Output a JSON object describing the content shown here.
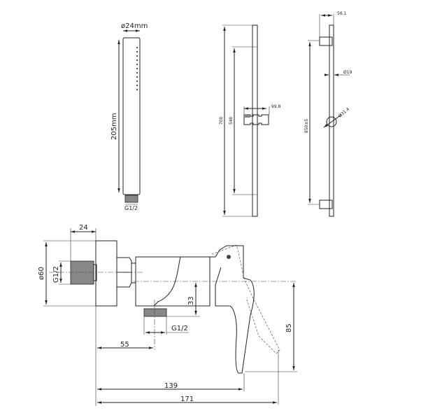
{
  "hand_shower": {
    "diameter": "ø24mm",
    "length": "205mm",
    "thread": "G1/2"
  },
  "rail_front": {
    "total_height": "700",
    "slide_range": "540",
    "holder_width": "99.8"
  },
  "rail_side": {
    "bracket_depth": "56.1",
    "rail_diameter": "Ø19",
    "holder_diameter": "Ø31.4",
    "bracket_spacing": "850±5"
  },
  "mixer": {
    "thread_length": "24",
    "plate_diameter": "ø60",
    "inlet_thread": "G1/2",
    "outlet_height": "33",
    "outlet_thread": "G1/2",
    "outlet_offset": "55",
    "lever_height": "85",
    "body_length": "139",
    "total_length": "171"
  }
}
